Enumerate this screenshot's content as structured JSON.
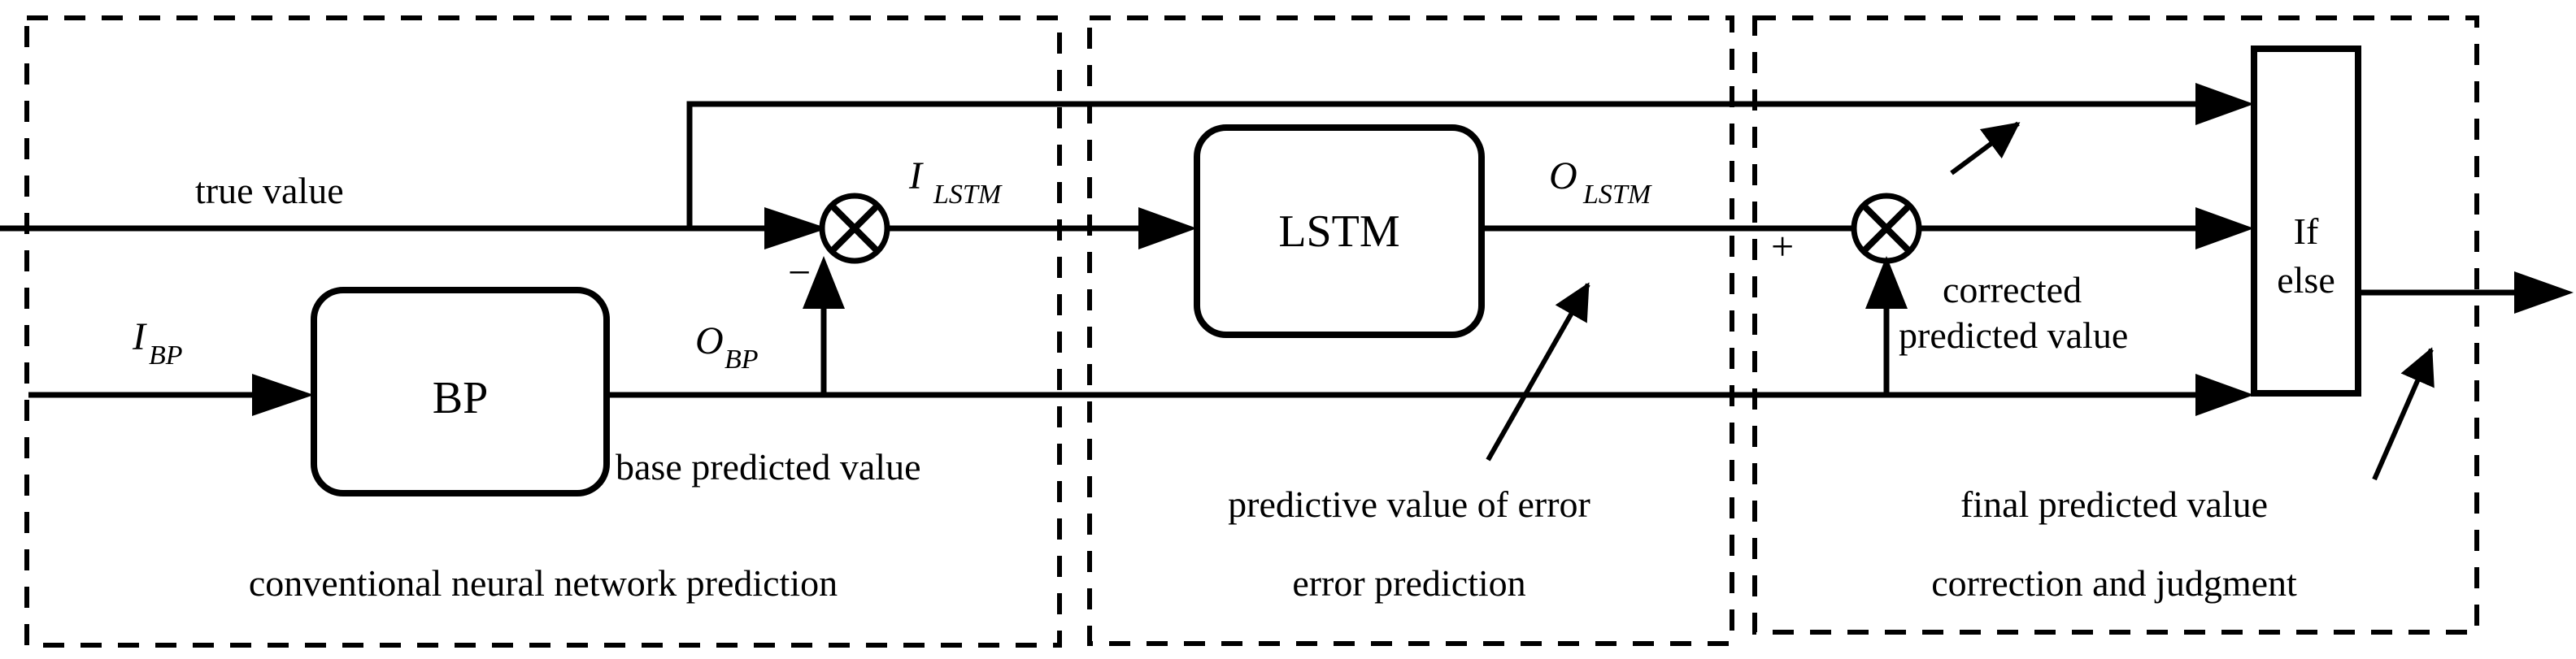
{
  "figure": {
    "title": "BP-LSTM error-corrected prediction block diagram",
    "background": "#ffffff",
    "stroke_color": "#000000"
  },
  "panels": [
    {
      "id": "panel-left",
      "caption": "conventional neural network prediction"
    },
    {
      "id": "panel-middle",
      "caption": "error prediction"
    },
    {
      "id": "panel-right",
      "caption": "correction and judgment"
    }
  ],
  "blocks": {
    "bp": "BP",
    "lstm": "LSTM",
    "decision_line1": "If",
    "decision_line2": "else"
  },
  "signals": {
    "true_value": "true value",
    "i_bp_base": "I",
    "i_bp_sub": "BP",
    "o_bp_base": "O",
    "o_bp_sub": "BP",
    "i_lstm_base": "I",
    "i_lstm_sub": "LSTM",
    "o_lstm_base": "O",
    "o_lstm_sub": "LSTM",
    "base_predicted_value": "base predicted value",
    "predictive_value_of_error": "predictive value of error",
    "corrected_predicted_value_l1": "corrected",
    "corrected_predicted_value_l2": "predicted value",
    "final_predicted_value": "final predicted value"
  },
  "operators": {
    "minus": "−",
    "plus": "+"
  },
  "icon_names": {
    "summing_junction_1": "crossed-circle-icon",
    "summing_junction_2": "crossed-circle-icon",
    "arrowhead": "arrow-head-icon"
  }
}
